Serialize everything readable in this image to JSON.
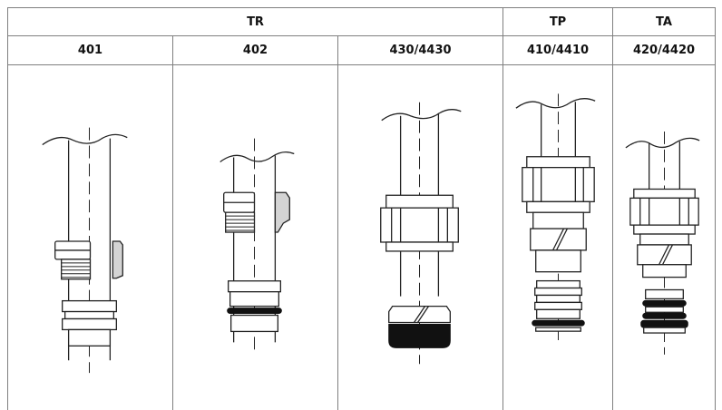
{
  "header": {
    "groups": [
      "TR",
      "TP",
      "TA"
    ],
    "models": [
      "401",
      "402",
      "430/4430",
      "410/4410",
      "420/4420"
    ]
  },
  "drawings": [
    {
      "model": "401"
    },
    {
      "model": "402"
    },
    {
      "model": "430/4430"
    },
    {
      "model": "410/4410"
    },
    {
      "model": "420/4420"
    }
  ]
}
